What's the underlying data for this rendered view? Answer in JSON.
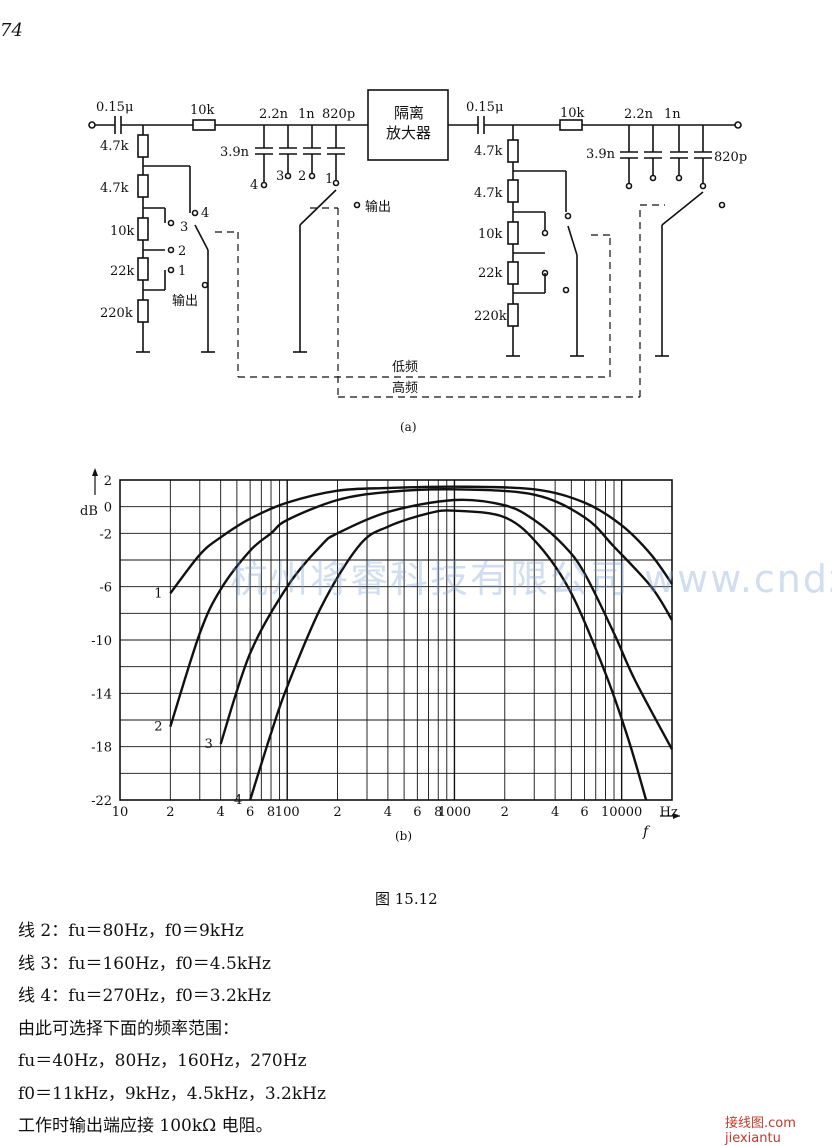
{
  "page_number": "74",
  "fig_a_label": "(a)",
  "fig_b_label": "(b)",
  "figure_caption": "图 15.12",
  "circuit": {
    "left_section": {
      "input_cap": "0.15μ",
      "series_resistor": "10k",
      "divider_resistors": [
        "4.7k",
        "4.7k",
        "10k",
        "22k",
        "220k"
      ],
      "caps": [
        "2.2n",
        "1n",
        "820p",
        "3.9n"
      ],
      "switch_positions": [
        "1",
        "2",
        "3",
        "4"
      ],
      "output_label": "输出"
    },
    "amplifier_label_line1": "隔离",
    "amplifier_label_line2": "放大器",
    "right_section": {
      "input_cap": "0.15μ",
      "series_resistor": "10k",
      "divider_resistors": [
        "4.7k",
        "4.7k",
        "10k",
        "22k",
        "220k"
      ],
      "caps": [
        "2.2n",
        "1n",
        "3.9n",
        "820p"
      ]
    },
    "low_freq_label": "低频",
    "high_freq_label": "高频"
  },
  "chart_data": {
    "type": "line",
    "ylabel": "dB",
    "xlabel": "f",
    "x_unit": "Hz",
    "x_scale": "log",
    "xlim": [
      10,
      20000
    ],
    "ylim": [
      -22,
      2
    ],
    "grid": true,
    "y_ticks": [
      "2",
      "0",
      "-2",
      "-6",
      "-10",
      "-14",
      "-18",
      "-22"
    ],
    "x_ticks": [
      "10",
      "2",
      "4",
      "6",
      "8",
      "100",
      "2",
      "4",
      "6",
      "8",
      "1000",
      "2",
      "4",
      "6",
      "10000"
    ],
    "series": [
      {
        "name": "1",
        "x": [
          20,
          30,
          40,
          60,
          100,
          200,
          400,
          1000,
          3000,
          6000,
          10000,
          15000,
          20000
        ],
        "y": [
          -6.5,
          -3.6,
          -2.3,
          -0.9,
          0.3,
          1.2,
          1.4,
          1.5,
          1.3,
          0.3,
          -1.4,
          -3.6,
          -5.8
        ]
      },
      {
        "name": "2",
        "x": [
          20,
          30,
          40,
          60,
          80,
          100,
          200,
          400,
          1000,
          3000,
          6000,
          9000,
          15000,
          20000
        ],
        "y": [
          -16.5,
          -9.5,
          -6.2,
          -3.3,
          -2.0,
          -1.0,
          0.5,
          1.1,
          1.3,
          0.9,
          -0.8,
          -3.0,
          -6.0,
          -8.5
        ]
      },
      {
        "name": "3",
        "x": [
          40,
          60,
          100,
          160,
          200,
          400,
          1000,
          2000,
          3000,
          4500,
          6000,
          9000,
          12000,
          20000
        ],
        "y": [
          -17.8,
          -11,
          -6.0,
          -2.9,
          -2.0,
          -0.4,
          0.5,
          0.1,
          -1.0,
          -2.9,
          -5.0,
          -9.5,
          -13,
          -18.2
        ]
      },
      {
        "name": "4",
        "x": [
          60,
          80,
          100,
          160,
          270,
          400,
          700,
          1000,
          2000,
          3200,
          5000,
          8000,
          11000,
          14000
        ],
        "y": [
          -22,
          -17,
          -13.5,
          -7.5,
          -2.9,
          -1.5,
          -0.5,
          -0.3,
          -0.8,
          -2.9,
          -6.5,
          -12.5,
          -17.5,
          -22
        ]
      }
    ],
    "curve_labels": [
      "1",
      "2",
      "3",
      "4"
    ]
  },
  "text_lines": [
    "线 2：fu＝80Hz，f0＝9kHz",
    "线 3：fu＝160Hz，f0＝4.5kHz",
    "线 4：fu＝270Hz，f0＝3.2kHz",
    "由此可选择下面的频率范围：",
    "fu＝40Hz，80Hz，160Hz，270Hz",
    "f0＝11kHz，9kHz，4.5kHz，3.2kHz",
    "工作时输出端应接 100kΩ 电阻。"
  ],
  "watermark": "杭州将睿科技有限公司 www.cndzz.com",
  "site_logo": "接线图.com jiexiantu"
}
